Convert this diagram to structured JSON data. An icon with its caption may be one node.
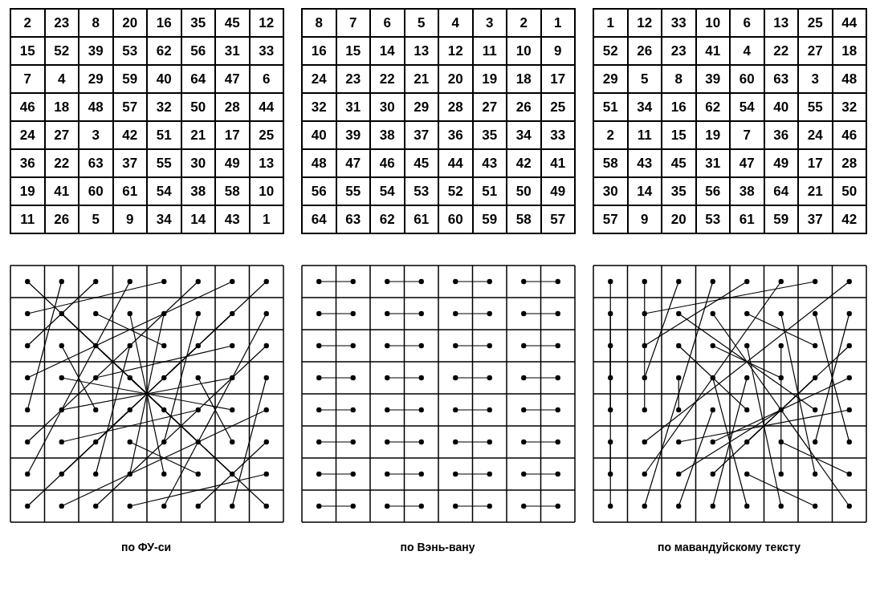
{
  "diagram": {
    "labels": [
      "2",
      "23",
      "8",
      "20",
      "16",
      "35",
      "45",
      "12",
      "15",
      "52",
      "39",
      "53",
      "62",
      "56",
      "31",
      "33",
      "7",
      "4",
      "29",
      "59",
      "40",
      "64",
      "47",
      "6",
      "46",
      "18",
      "48",
      "57",
      "32",
      "50",
      "28",
      "44",
      "24",
      "27",
      "3",
      "42",
      "51",
      "21",
      "17",
      "25",
      "36",
      "22",
      "63",
      "37",
      "55",
      "30",
      "49",
      "13",
      "19",
      "41",
      "60",
      "61",
      "54",
      "38",
      "58",
      "10",
      "11",
      "26",
      "5",
      "9",
      "34",
      "14",
      "43",
      "1",
      "8",
      "7",
      "6",
      "5",
      "4",
      "3",
      "2",
      "1",
      "16",
      "15",
      "14",
      "13",
      "12",
      "11",
      "10",
      "9",
      "24",
      "23",
      "22",
      "21",
      "20",
      "19",
      "18",
      "17",
      "32",
      "31",
      "30",
      "29",
      "28",
      "27",
      "26",
      "25",
      "40",
      "39",
      "38",
      "37",
      "36",
      "35",
      "34",
      "33",
      "48",
      "47",
      "46",
      "45",
      "44",
      "43",
      "42",
      "41",
      "56",
      "55",
      "54",
      "53",
      "52",
      "51",
      "50",
      "49",
      "64",
      "63",
      "62",
      "61",
      "60",
      "59",
      "58",
      "57",
      "1",
      "12",
      "33",
      "10",
      "6",
      "13",
      "25",
      "44",
      "52",
      "26",
      "23",
      "41",
      "4",
      "22",
      "27",
      "18",
      "29",
      "5",
      "8",
      "39",
      "60",
      "63",
      "3",
      "48",
      "51",
      "34",
      "16",
      "62",
      "54",
      "40",
      "55",
      "32",
      "2",
      "11",
      "15",
      "19",
      "7",
      "36",
      "24",
      "46",
      "58",
      "43",
      "45",
      "31",
      "47",
      "49",
      "17",
      "28",
      "30",
      "14",
      "35",
      "56",
      "38",
      "64",
      "21",
      "50",
      "57",
      "9",
      "20",
      "53",
      "61",
      "59",
      "37",
      "42",
      "по ФУ-си",
      "по Вэнь-вану",
      "по мавандуйскому тексту"
    ]
  }
}
